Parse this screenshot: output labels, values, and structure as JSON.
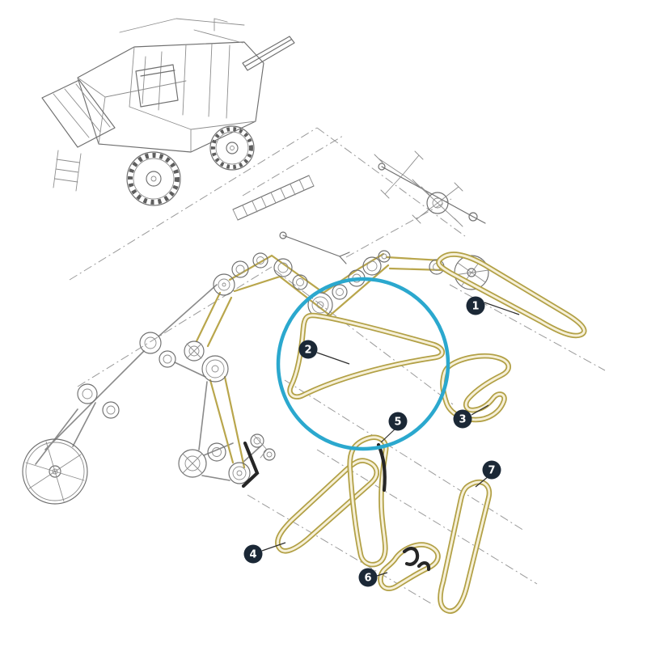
{
  "image_type": "exploded-parts-diagram",
  "subject": "Combine harvester belt drive system exploded view with numbered belt callouts",
  "callouts": [
    {
      "label": "1"
    },
    {
      "label": "2"
    },
    {
      "label": "3"
    },
    {
      "label": "4"
    },
    {
      "label": "5"
    },
    {
      "label": "6"
    },
    {
      "label": "7"
    }
  ],
  "highlight": {
    "shape": "circle",
    "highlighted_callout": "2",
    "color": "#2BA8CE"
  },
  "colors": {
    "background": "#ffffff",
    "line_art": "#6f6f6f",
    "guide_dashes": "#9a9a9a",
    "belt_edge": "#b2a045",
    "belt_center": "#f6f0d8",
    "dark_belt": "#262626",
    "badge_background": "#1b2836",
    "badge_text": "#ffffff"
  }
}
